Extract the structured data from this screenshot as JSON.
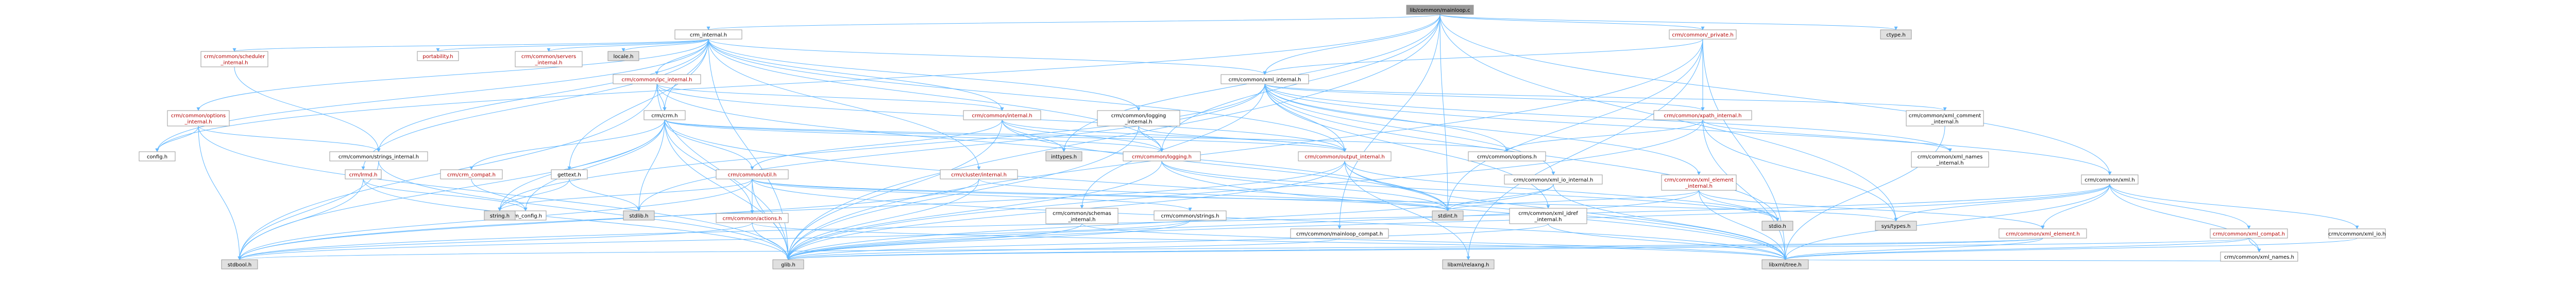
{
  "colors": {
    "root_fill": "#999999",
    "node_fill": "#ffffff",
    "system_fill": "#e0e0e0",
    "border": "#999999",
    "linked_text": "#b30000",
    "text": "#000000",
    "edge": "#63b8ff",
    "arrow": "#63b8ff"
  },
  "nodes": [
    {
      "id": "root",
      "lines": [
        "lib/common/mainloop.c"
      ],
      "kind": "root"
    },
    {
      "id": "crm_internal",
      "lines": [
        "crm_internal.h"
      ],
      "kind": "plain"
    },
    {
      "id": "common_private",
      "lines": [
        "crm/common/_private.h"
      ],
      "kind": "linked"
    },
    {
      "id": "ctype",
      "lines": [
        "ctype.h"
      ],
      "kind": "system"
    },
    {
      "id": "scheduler_internal",
      "lines": [
        "crm/common/scheduler",
        "_internal.h"
      ],
      "kind": "linked"
    },
    {
      "id": "portability",
      "lines": [
        "portability.h"
      ],
      "kind": "linked"
    },
    {
      "id": "servers_internal",
      "lines": [
        "crm/common/servers",
        "_internal.h"
      ],
      "kind": "linked"
    },
    {
      "id": "locale",
      "lines": [
        "locale.h"
      ],
      "kind": "system"
    },
    {
      "id": "ipc_internal",
      "lines": [
        "crm/common/ipc_internal.h"
      ],
      "kind": "linked"
    },
    {
      "id": "xml_internal",
      "lines": [
        "crm/common/xml_internal.h"
      ],
      "kind": "plain"
    },
    {
      "id": "options_internal",
      "lines": [
        "crm/common/options",
        "_internal.h"
      ],
      "kind": "linked"
    },
    {
      "id": "crm_h",
      "lines": [
        "crm/crm.h"
      ],
      "kind": "plain"
    },
    {
      "id": "common_internal",
      "lines": [
        "crm/common/internal.h"
      ],
      "kind": "linked"
    },
    {
      "id": "logging_internal",
      "lines": [
        "crm/common/logging",
        "_internal.h"
      ],
      "kind": "plain"
    },
    {
      "id": "xpath_internal",
      "lines": [
        "crm/common/xpath_internal.h"
      ],
      "kind": "linked"
    },
    {
      "id": "xml_comment_internal",
      "lines": [
        "crm/common/xml_comment",
        "_internal.h"
      ],
      "kind": "plain"
    },
    {
      "id": "config",
      "lines": [
        "config.h"
      ],
      "kind": "plain"
    },
    {
      "id": "strings_internal",
      "lines": [
        "crm/common/strings_internal.h"
      ],
      "kind": "plain"
    },
    {
      "id": "lrmd",
      "lines": [
        "crm/lrmd.h"
      ],
      "kind": "linked"
    },
    {
      "id": "crm_compat",
      "lines": [
        "crm/crm_compat.h"
      ],
      "kind": "linked"
    },
    {
      "id": "gettext",
      "lines": [
        "gettext.h"
      ],
      "kind": "plain"
    },
    {
      "id": "common_util",
      "lines": [
        "crm/common/util.h"
      ],
      "kind": "linked"
    },
    {
      "id": "cluster_internal",
      "lines": [
        "crm/cluster/internal.h"
      ],
      "kind": "linked"
    },
    {
      "id": "inttypes",
      "lines": [
        "inttypes.h"
      ],
      "kind": "system"
    },
    {
      "id": "common_logging",
      "lines": [
        "crm/common/logging.h"
      ],
      "kind": "linked"
    },
    {
      "id": "output_internal",
      "lines": [
        "crm/common/output_internal.h"
      ],
      "kind": "linked"
    },
    {
      "id": "common_options",
      "lines": [
        "crm/common/options.h"
      ],
      "kind": "plain"
    },
    {
      "id": "xml_names_internal",
      "lines": [
        "crm/common/xml_names",
        "_internal.h"
      ],
      "kind": "plain"
    },
    {
      "id": "xml_element_internal",
      "lines": [
        "crm/common/xml_element",
        "_internal.h"
      ],
      "kind": "linked"
    },
    {
      "id": "xml_io_internal",
      "lines": [
        "crm/common/xml_io_internal.h"
      ],
      "kind": "plain"
    },
    {
      "id": "common_xml",
      "lines": [
        "crm/common/xml.h"
      ],
      "kind": "plain"
    },
    {
      "id": "crm_config",
      "lines": [
        "crm_config.h"
      ],
      "kind": "plain"
    },
    {
      "id": "string_h",
      "lines": [
        "string.h"
      ],
      "kind": "system"
    },
    {
      "id": "stdlib",
      "lines": [
        "stdlib.h"
      ],
      "kind": "system"
    },
    {
      "id": "common_actions",
      "lines": [
        "crm/common/actions.h"
      ],
      "kind": "linked"
    },
    {
      "id": "schemas_internal",
      "lines": [
        "crm/common/schemas",
        "_internal.h"
      ],
      "kind": "plain"
    },
    {
      "id": "common_strings",
      "lines": [
        "crm/common/strings.h"
      ],
      "kind": "plain"
    },
    {
      "id": "mainloop_compat",
      "lines": [
        "crm/common/mainloop_compat.h"
      ],
      "kind": "plain"
    },
    {
      "id": "stdint",
      "lines": [
        "stdint.h"
      ],
      "kind": "system"
    },
    {
      "id": "xml_idref_internal",
      "lines": [
        "crm/common/xml_idref",
        "_internal.h"
      ],
      "kind": "plain"
    },
    {
      "id": "stdio",
      "lines": [
        "stdio.h"
      ],
      "kind": "system"
    },
    {
      "id": "sys_types",
      "lines": [
        "sys/types.h"
      ],
      "kind": "system"
    },
    {
      "id": "xml_element_h",
      "lines": [
        "crm/common/xml_element.h"
      ],
      "kind": "linked"
    },
    {
      "id": "xml_compat",
      "lines": [
        "crm/common/xml_compat.h"
      ],
      "kind": "linked"
    },
    {
      "id": "xml_io",
      "lines": [
        "crm/common/xml_io.h"
      ],
      "kind": "plain"
    },
    {
      "id": "xml_names",
      "lines": [
        "crm/common/xml_names.h"
      ],
      "kind": "plain"
    },
    {
      "id": "stdbool",
      "lines": [
        "stdbool.h"
      ],
      "kind": "system"
    },
    {
      "id": "glib",
      "lines": [
        "glib.h"
      ],
      "kind": "system"
    },
    {
      "id": "libxml_relaxng",
      "lines": [
        "libxml/relaxng.h"
      ],
      "kind": "system"
    },
    {
      "id": "libxml_tree",
      "lines": [
        "libxml/tree.h"
      ],
      "kind": "system"
    }
  ],
  "edges": [
    [
      "root",
      "crm_internal"
    ],
    [
      "root",
      "common_private"
    ],
    [
      "root",
      "ctype"
    ],
    [
      "root",
      "xml_internal"
    ],
    [
      "root",
      "common_xml"
    ],
    [
      "root",
      "stdint"
    ],
    [
      "root",
      "inttypes"
    ],
    [
      "root",
      "sys_types"
    ],
    [
      "root",
      "mainloop_compat"
    ],
    [
      "root",
      "glib"
    ],
    [
      "root",
      "common_logging"
    ],
    [
      "root",
      "config"
    ],
    [
      "crm_internal",
      "scheduler_internal"
    ],
    [
      "crm_internal",
      "portability"
    ],
    [
      "crm_internal",
      "servers_internal"
    ],
    [
      "crm_internal",
      "locale"
    ],
    [
      "crm_internal",
      "ipc_internal"
    ],
    [
      "crm_internal",
      "xml_internal"
    ],
    [
      "crm_internal",
      "options_internal"
    ],
    [
      "crm_internal",
      "crm_h"
    ],
    [
      "crm_internal",
      "common_internal"
    ],
    [
      "crm_internal",
      "logging_internal"
    ],
    [
      "crm_internal",
      "config"
    ],
    [
      "crm_internal",
      "strings_internal"
    ],
    [
      "crm_internal",
      "lrmd"
    ],
    [
      "crm_internal",
      "gettext"
    ],
    [
      "crm_internal",
      "cluster_internal"
    ],
    [
      "crm_internal",
      "output_internal"
    ],
    [
      "crm_internal",
      "common_logging"
    ],
    [
      "crm_internal",
      "glib"
    ],
    [
      "common_private",
      "xml_internal"
    ],
    [
      "common_private",
      "stdint"
    ],
    [
      "common_private",
      "glib"
    ],
    [
      "common_private",
      "libxml_tree"
    ],
    [
      "common_private",
      "libxml_relaxng"
    ],
    [
      "common_private",
      "xpath_internal"
    ],
    [
      "scheduler_internal",
      "strings_internal"
    ],
    [
      "ipc_internal",
      "crm_h"
    ],
    [
      "ipc_internal",
      "common_internal"
    ],
    [
      "ipc_internal",
      "stdbool"
    ],
    [
      "ipc_internal",
      "glib"
    ],
    [
      "ipc_internal",
      "output_internal"
    ],
    [
      "ipc_internal",
      "stdint"
    ],
    [
      "xml_internal",
      "xpath_internal"
    ],
    [
      "xml_internal",
      "xml_comment_internal"
    ],
    [
      "xml_internal",
      "xml_names_internal"
    ],
    [
      "xml_internal",
      "xml_element_internal"
    ],
    [
      "xml_internal",
      "xml_io_internal"
    ],
    [
      "xml_internal",
      "xml_idref_internal"
    ],
    [
      "xml_internal",
      "common_options"
    ],
    [
      "xml_internal",
      "output_internal"
    ],
    [
      "xml_internal",
      "schemas_internal"
    ],
    [
      "xml_internal",
      "common_xml"
    ],
    [
      "xml_internal",
      "stdio"
    ],
    [
      "xml_internal",
      "stdlib"
    ],
    [
      "xml_internal",
      "string_h"
    ],
    [
      "options_internal",
      "config"
    ],
    [
      "options_internal",
      "strings_internal"
    ],
    [
      "options_internal",
      "glib"
    ],
    [
      "options_internal",
      "stdbool"
    ],
    [
      "crm_h",
      "crm_config"
    ],
    [
      "crm_h",
      "stdlib"
    ],
    [
      "crm_h",
      "glib"
    ],
    [
      "crm_h",
      "stdbool"
    ],
    [
      "crm_h",
      "string_h"
    ],
    [
      "crm_h",
      "libxml_tree"
    ],
    [
      "crm_h",
      "common_util"
    ],
    [
      "crm_h",
      "common_logging"
    ],
    [
      "crm_h",
      "crm_compat"
    ],
    [
      "crm_h",
      "common_options"
    ],
    [
      "crm_h",
      "common_actions"
    ],
    [
      "crm_h",
      "output_internal"
    ],
    [
      "common_internal",
      "common_logging"
    ],
    [
      "common_internal",
      "glib"
    ],
    [
      "common_internal",
      "output_internal"
    ],
    [
      "common_internal",
      "stdint"
    ],
    [
      "common_internal",
      "inttypes"
    ],
    [
      "common_internal",
      "common_util"
    ],
    [
      "logging_internal",
      "common_logging"
    ],
    [
      "logging_internal",
      "output_internal"
    ],
    [
      "logging_internal",
      "glib"
    ],
    [
      "xpath_internal",
      "glib"
    ],
    [
      "xpath_internal",
      "libxml_tree"
    ],
    [
      "xpath_internal",
      "common_options"
    ],
    [
      "xpath_internal",
      "xml_names_internal"
    ],
    [
      "xpath_internal",
      "sys_types"
    ],
    [
      "xml_comment_internal",
      "libxml_tree"
    ],
    [
      "strings_internal",
      "glib"
    ],
    [
      "strings_internal",
      "stdbool"
    ],
    [
      "lrmd",
      "crm_config"
    ],
    [
      "lrmd",
      "glib"
    ],
    [
      "lrmd",
      "stdbool"
    ],
    [
      "crm_compat",
      "crm_config"
    ],
    [
      "gettext",
      "stdlib"
    ],
    [
      "gettext",
      "string_h"
    ],
    [
      "common_util",
      "glib"
    ],
    [
      "common_util",
      "common_actions"
    ],
    [
      "common_util",
      "common_strings"
    ],
    [
      "common_util",
      "libxml_tree"
    ],
    [
      "common_util",
      "sys_types"
    ],
    [
      "common_util",
      "stdbool"
    ],
    [
      "common_util",
      "stdint"
    ],
    [
      "common_util",
      "string_h"
    ],
    [
      "cluster_internal",
      "stdbool"
    ],
    [
      "cluster_internal",
      "glib"
    ],
    [
      "cluster_internal",
      "stdint"
    ],
    [
      "common_logging",
      "glib"
    ],
    [
      "common_logging",
      "stdio"
    ],
    [
      "common_logging",
      "libxml_tree"
    ],
    [
      "common_logging",
      "stdint"
    ],
    [
      "output_internal",
      "stdio"
    ],
    [
      "output_internal",
      "libxml_tree"
    ],
    [
      "output_internal",
      "glib"
    ],
    [
      "output_internal",
      "libxml_relaxng"
    ],
    [
      "output_internal",
      "stdint"
    ],
    [
      "output_internal",
      "stdbool"
    ],
    [
      "xml_element_internal",
      "xml_element_h"
    ],
    [
      "xml_element_internal",
      "libxml_tree"
    ],
    [
      "xml_element_internal",
      "stdio"
    ],
    [
      "xml_element_internal",
      "glib"
    ],
    [
      "xml_element_internal",
      "stdint"
    ],
    [
      "xml_io_internal",
      "glib"
    ],
    [
      "xml_io_internal",
      "libxml_tree"
    ],
    [
      "xml_io_internal",
      "stdint"
    ],
    [
      "common_xml",
      "xml_compat"
    ],
    [
      "common_xml",
      "xml_io"
    ],
    [
      "common_xml",
      "xml_names"
    ],
    [
      "common_xml",
      "libxml_tree"
    ],
    [
      "common_xml",
      "glib"
    ],
    [
      "common_xml",
      "sys_types"
    ],
    [
      "common_xml",
      "stdbool"
    ],
    [
      "common_xml",
      "xml_element_h"
    ],
    [
      "common_actions",
      "glib"
    ],
    [
      "common_actions",
      "stdbool"
    ],
    [
      "common_actions",
      "libxml_tree"
    ],
    [
      "schemas_internal",
      "glib"
    ],
    [
      "schemas_internal",
      "libxml_tree"
    ],
    [
      "common_strings",
      "glib"
    ],
    [
      "common_strings",
      "stdbool"
    ],
    [
      "mainloop_compat",
      "glib"
    ],
    [
      "xml_idref_internal",
      "glib"
    ],
    [
      "xml_idref_internal",
      "libxml_tree"
    ],
    [
      "xml_element_h",
      "libxml_tree"
    ],
    [
      "xml_element_h",
      "glib"
    ],
    [
      "xml_element_h",
      "stdbool"
    ],
    [
      "xml_compat",
      "libxml_tree"
    ],
    [
      "xml_compat",
      "glib"
    ],
    [
      "xml_compat",
      "xml_names"
    ],
    [
      "xml_io",
      "libxml_tree"
    ],
    [
      "xml_names",
      "libxml_tree"
    ]
  ]
}
